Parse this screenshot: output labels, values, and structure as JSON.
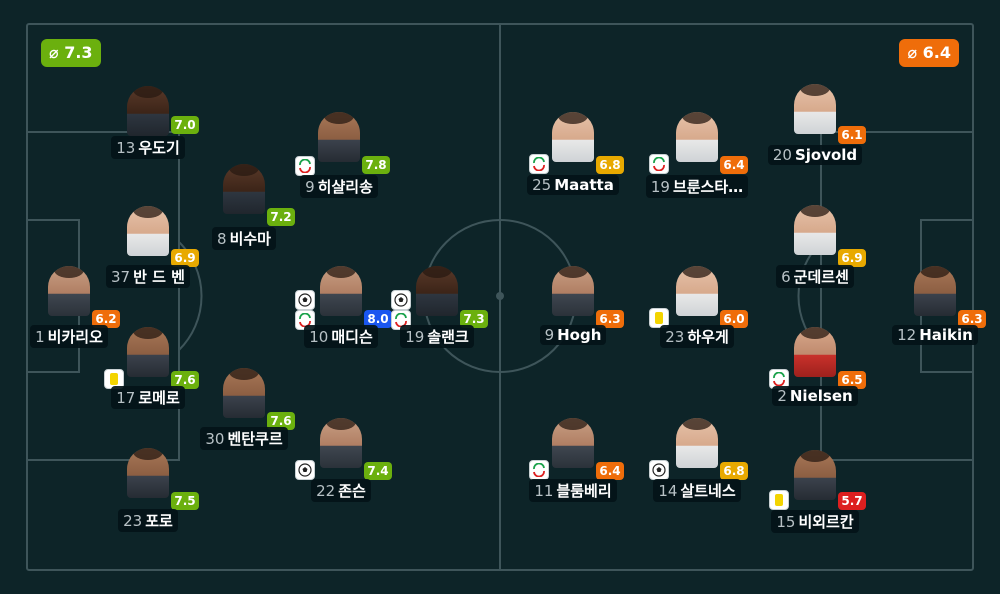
{
  "home": {
    "avg_label": "⌀ 7.3",
    "players": {
      "udogie": {
        "number": "13",
        "name": "우도기",
        "rating": "7.0"
      },
      "richarlison": {
        "number": "9",
        "name": "히샬리송",
        "rating": "7.8"
      },
      "bissouma": {
        "number": "8",
        "name": "비수마",
        "rating": "7.2"
      },
      "vandeven": {
        "number": "37",
        "name": "반 드 벤",
        "rating": "6.9"
      },
      "vicario": {
        "number": "1",
        "name": "비카리오",
        "rating": "6.2"
      },
      "maddison": {
        "number": "10",
        "name": "매디슨",
        "rating": "8.0"
      },
      "solanke": {
        "number": "19",
        "name": "솔랜크",
        "rating": "7.3"
      },
      "romero": {
        "number": "17",
        "name": "로메로",
        "rating": "7.6"
      },
      "bentancur": {
        "number": "30",
        "name": "벤탄쿠르",
        "rating": "7.6"
      },
      "johnson": {
        "number": "22",
        "name": "존슨",
        "rating": "7.4"
      },
      "porro": {
        "number": "23",
        "name": "포로",
        "rating": "7.5"
      }
    }
  },
  "away": {
    "avg_label": "⌀ 6.4",
    "players": {
      "maatta": {
        "number": "25",
        "name": "Maatta",
        "rating": "6.8"
      },
      "brunstad": {
        "number": "19",
        "name": "브룬스타…",
        "rating": "6.4"
      },
      "sjovold": {
        "number": "20",
        "name": "Sjovold",
        "rating": "6.1"
      },
      "gundersen": {
        "number": "6",
        "name": "군데르센",
        "rating": "6.9"
      },
      "hogh": {
        "number": "9",
        "name": "Hogh",
        "rating": "6.3"
      },
      "hauge": {
        "number": "23",
        "name": "하우게",
        "rating": "6.0"
      },
      "haikin": {
        "number": "12",
        "name": "Haikin",
        "rating": "6.3"
      },
      "nielsen": {
        "number": "2",
        "name": "Nielsen",
        "rating": "6.5"
      },
      "berg": {
        "number": "11",
        "name": "블룸베리",
        "rating": "6.4"
      },
      "saltnes": {
        "number": "14",
        "name": "살트네스",
        "rating": "6.8"
      },
      "bjortuft": {
        "number": "15",
        "name": "비외르칸",
        "rating": "5.7"
      }
    }
  },
  "icons": {
    "sub": "substitution-icon",
    "ball": "goal-ball-icon",
    "card": "yellow-card-icon"
  },
  "colors": {
    "pitch": "#0d2428",
    "lines": "#3e555a",
    "green": "#6bb00e",
    "yellow": "#e8a900",
    "orange": "#ef6d0a",
    "red": "#dd1f1f",
    "blue": "#1a56f0"
  }
}
